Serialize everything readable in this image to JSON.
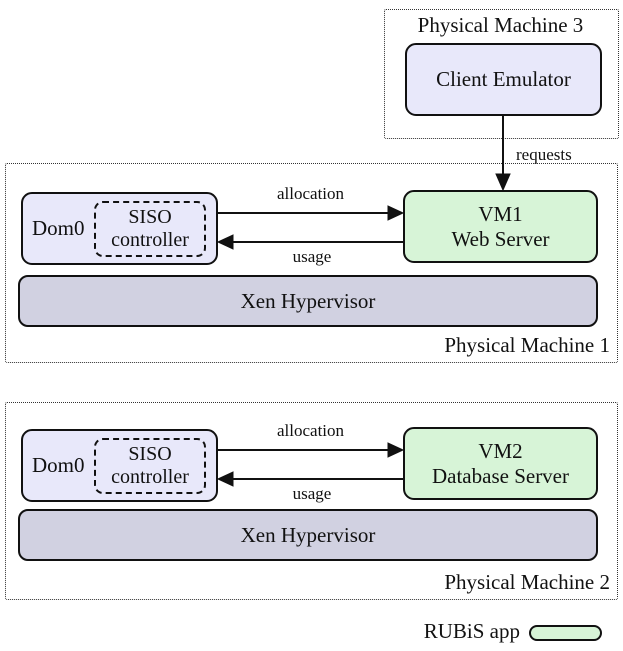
{
  "colors": {
    "lavender": "#e8e8fa",
    "green": "#d7f4d7",
    "hypervisor": "#d1d1e1",
    "line": "#111111"
  },
  "pm3": {
    "label": "Physical Machine 3",
    "client_emulator": "Client Emulator"
  },
  "arrows": {
    "requests": "requests",
    "allocation": "allocation",
    "usage": "usage"
  },
  "pm1": {
    "label": "Physical Machine 1",
    "dom0": "Dom0",
    "siso_line1": "SISO",
    "siso_line2": "controller",
    "vm_line1": "VM1",
    "vm_line2": "Web Server",
    "xen": "Xen Hypervisor"
  },
  "pm2": {
    "label": "Physical Machine 2",
    "dom0": "Dom0",
    "siso_line1": "SISO",
    "siso_line2": "controller",
    "vm_line1": "VM2",
    "vm_line2": "Database Server",
    "xen": "Xen Hypervisor"
  },
  "legend": {
    "label": "RUBiS app"
  }
}
